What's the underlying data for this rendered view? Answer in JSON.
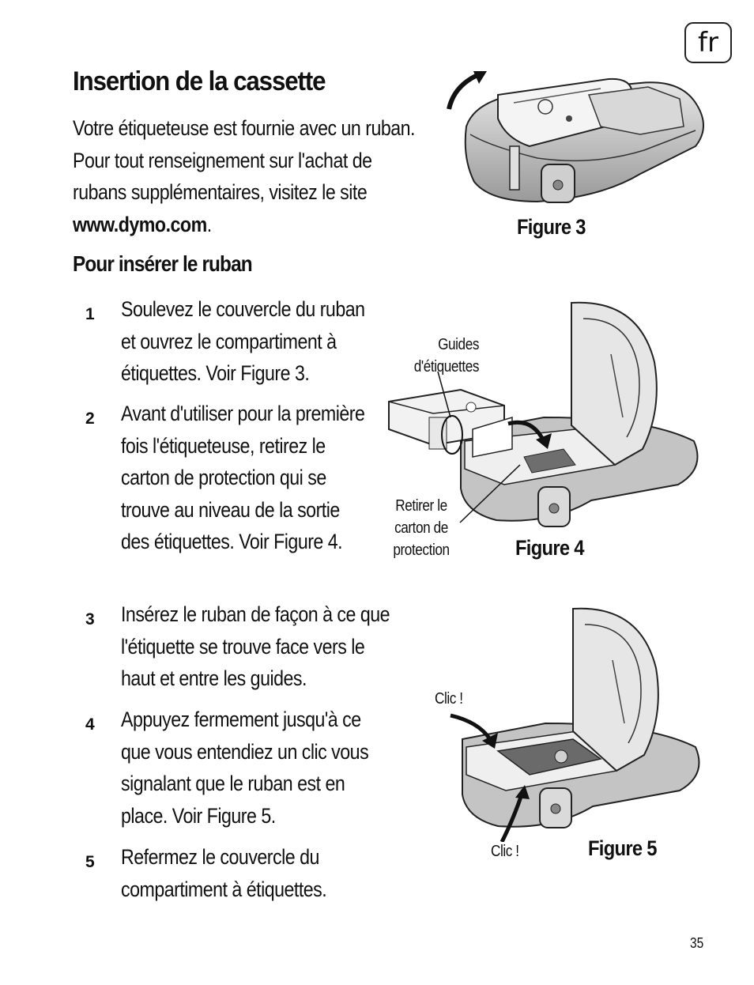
{
  "language_badge": "fr",
  "title": "Insertion de la cassette",
  "intro": {
    "text": "Votre étiqueteuse est fournie avec un ruban. Pour tout renseignement sur l'achat de rubans supplémentaires, visitez le site ",
    "url": "www.dymo.com",
    "end": "."
  },
  "subheading": "Pour insérer le ruban",
  "steps": [
    {
      "number": "1",
      "text": "Soulevez le couvercle du ruban et ouvrez le compartiment à étiquettes. Voir Figure 3."
    },
    {
      "number": "2",
      "text": "Avant d'utiliser pour la première fois l'étiqueteuse, retirez le carton de protection qui se trouve au niveau de la sortie des étiquettes. Voir Figure 4."
    },
    {
      "number": "3",
      "text": "Insérez le ruban de façon à ce que l'étiquette se trouve face vers le haut et entre les guides."
    },
    {
      "number": "4",
      "text": "Appuyez fermement jusqu'à ce que vous entendiez un clic vous signalant que le ruban est en place. Voir Figure 5."
    },
    {
      "number": "5",
      "text": "Refermez le couvercle du compartiment à étiquettes."
    }
  ],
  "figures": {
    "fig3": {
      "label": "Figure 3"
    },
    "fig4": {
      "label": "Figure 4",
      "callout_guides": "Guides\nd'étiquettes",
      "callout_remove": "Retirer le\ncarton de\nprotection"
    },
    "fig5": {
      "label": "Figure 5",
      "callout_click_top": "Clic !",
      "callout_click_bottom": "Clic !"
    }
  },
  "page_number": "35"
}
